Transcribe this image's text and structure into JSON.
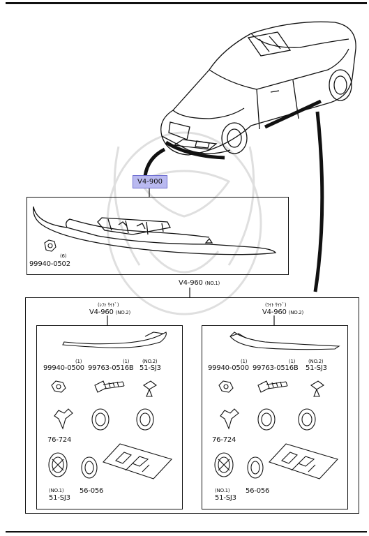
{
  "callouts": {
    "front_spoiler": "V4-900",
    "air_dam_kit": "V4-960",
    "air_dam_kit_qty": "(NO.1)"
  },
  "spoiler_box": {
    "nut_part": "99940-0502",
    "nut_qty": "(6)"
  },
  "left_kit": {
    "side_label": "(ﾚﾌﾄ ｻｲﾄﾞ)",
    "part": "V4-960",
    "part_qty": "(NO.2)",
    "nut_qty": "(1)",
    "nut_part": "99940-0500",
    "bolt_qty": "(1)",
    "bolt_part": "99763-0516B",
    "clip_qty": "(NO.2)",
    "clip_part": "51-SJ3",
    "fastener_part": "76-724",
    "grommet_qty": "(NO.1)",
    "grommet_part": "51-SJ3",
    "washer_part": "56-056"
  },
  "right_kit": {
    "side_label": "(ﾗｲﾄ ｻｲﾄﾞ)",
    "part": "V4-960",
    "part_qty": "(NO.2)",
    "nut_qty": "(1)",
    "nut_part": "99940-0500",
    "bolt_qty": "(1)",
    "bolt_part": "99763-0516B",
    "clip_qty": "(NO.2)",
    "clip_part": "51-SJ3",
    "fastener_part": "76-724",
    "grommet_qty": "(NO.1)",
    "grommet_part": "51-SJ3",
    "washer_part": "56-056"
  }
}
